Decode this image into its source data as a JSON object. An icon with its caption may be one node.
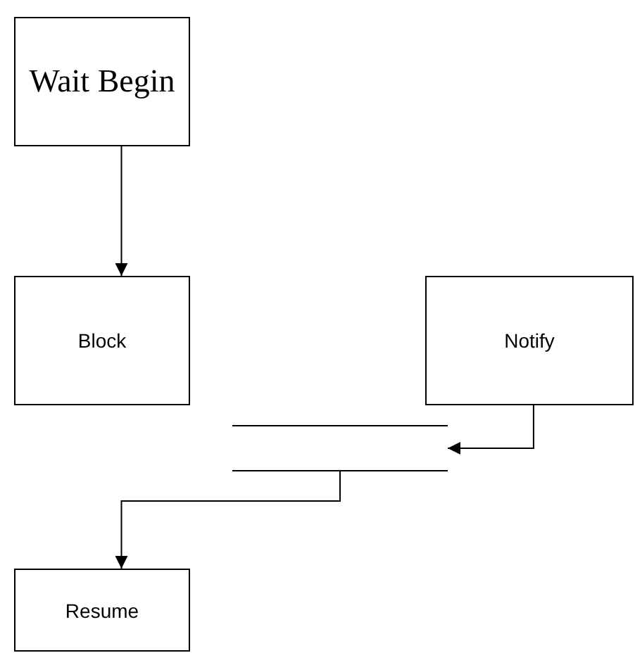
{
  "diagram": {
    "nodes": [
      {
        "text": [
          "Wait Begin"
        ]
      },
      {
        "text": [
          "Block"
        ]
      },
      {
        "text": [
          "Notify"
        ]
      },
      {
        "text": [],
        "shape": "bar"
      },
      {
        "text": [
          "Resume"
        ]
      }
    ],
    "edges": [
      {
        "from": 0,
        "to": 1,
        "arrow": "to"
      },
      {
        "from": 2,
        "to": 3,
        "arrow": "to"
      },
      {
        "from": 3,
        "to": 4,
        "arrow": "to"
      }
    ]
  }
}
